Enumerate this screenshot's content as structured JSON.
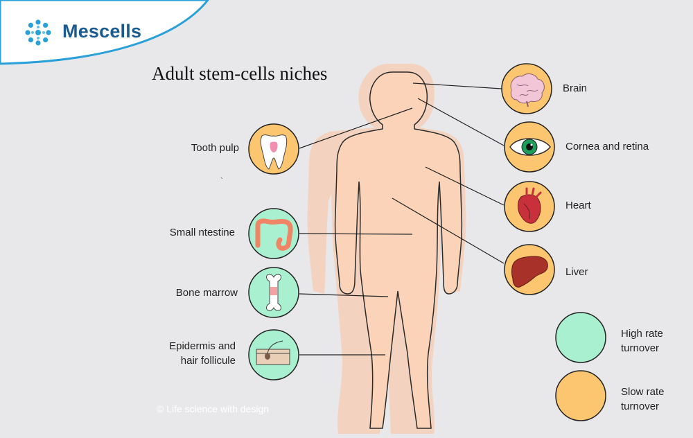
{
  "brand": {
    "name": "Mescells"
  },
  "title": "Adult stem-cells niches",
  "stray_mark": "`",
  "niches_left": [
    {
      "id": "tooth-pulp",
      "label": [
        "Tooth pulp"
      ],
      "turnover": "slow",
      "icon": "tooth-icon"
    },
    {
      "id": "small-intestine",
      "label": [
        "Small ntestine"
      ],
      "turnover": "high",
      "icon": "intestine-icon"
    },
    {
      "id": "bone-marrow",
      "label": [
        "Bone marrow"
      ],
      "turnover": "high",
      "icon": "bone-icon"
    },
    {
      "id": "epidermis",
      "label": [
        "Epidermis and",
        "hair follicule"
      ],
      "turnover": "high",
      "icon": "skin-hair-icon"
    }
  ],
  "niches_right": [
    {
      "id": "brain",
      "label": [
        "Brain"
      ],
      "turnover": "slow",
      "icon": "brain-icon"
    },
    {
      "id": "cornea-retina",
      "label": [
        "Cornea and retina"
      ],
      "turnover": "slow",
      "icon": "eye-icon"
    },
    {
      "id": "heart",
      "label": [
        "Heart"
      ],
      "turnover": "slow",
      "icon": "heart-icon"
    },
    {
      "id": "liver",
      "label": [
        "Liver"
      ],
      "turnover": "slow",
      "icon": "liver-icon"
    }
  ],
  "legend": [
    {
      "id": "high",
      "label": [
        "High rate",
        "turnover"
      ],
      "color": "#a8f0cf"
    },
    {
      "id": "slow",
      "label": [
        "Slow rate",
        "turnover"
      ],
      "color": "#fbc66f"
    }
  ],
  "colors": {
    "background": "#e8e8ea",
    "body_fill": "#fbd1b5",
    "body_outline": "#2a2a2a",
    "high_turnover": "#a8f0cf",
    "slow_turnover": "#fbc66f",
    "brand_blue": "#1b5b8f",
    "logo_cyan": "#2aa0d8"
  },
  "copyright": "© Life science with design"
}
